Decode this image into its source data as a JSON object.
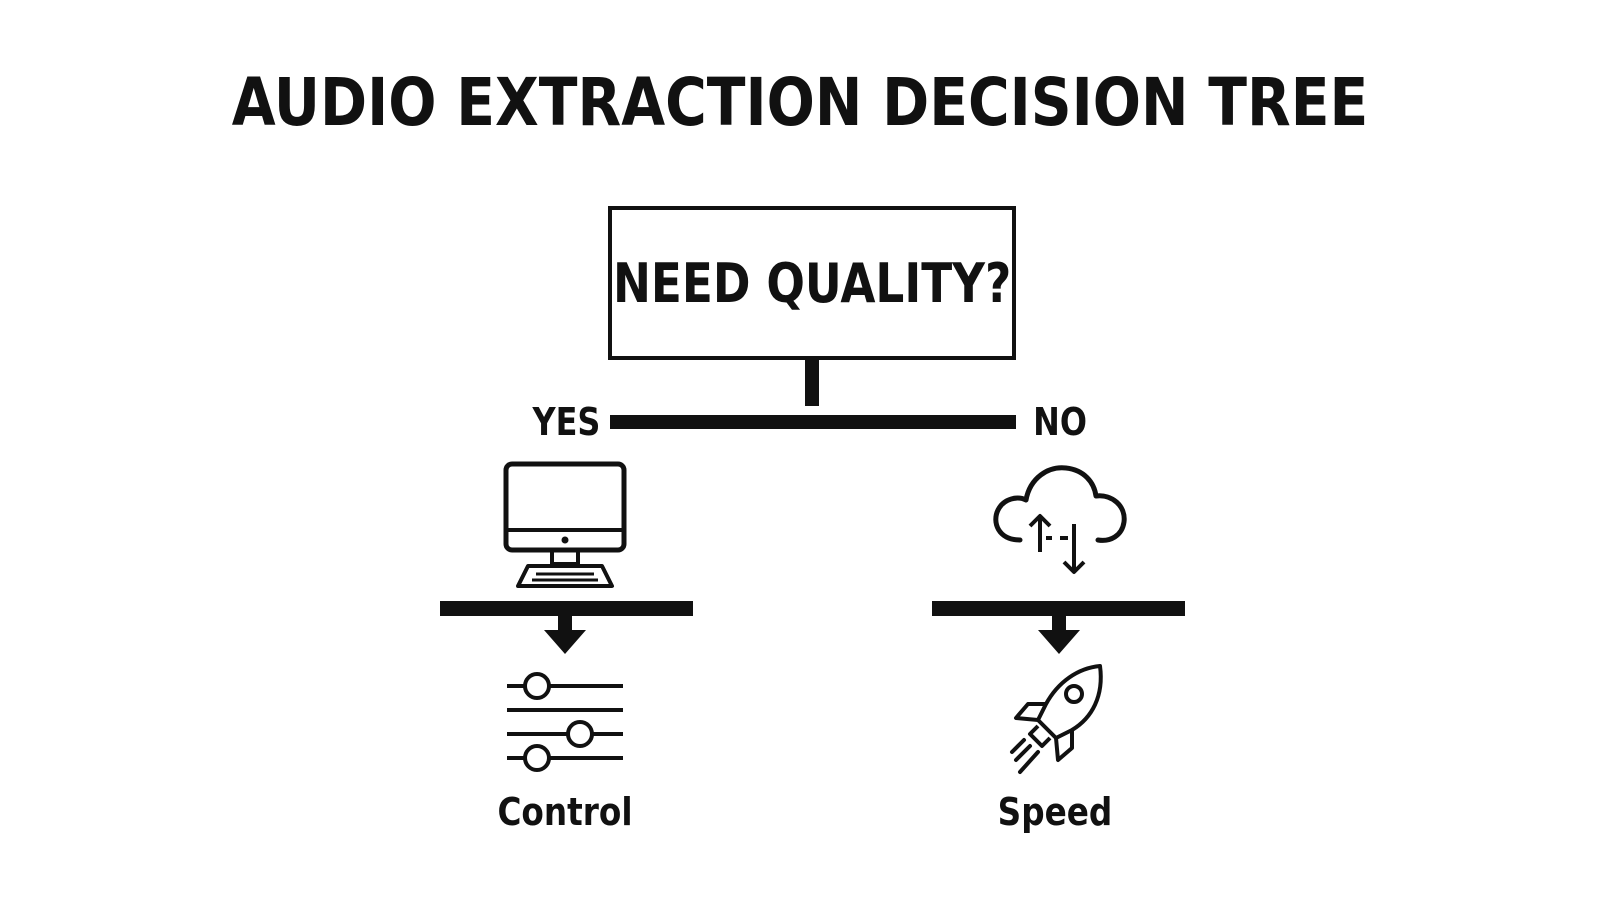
{
  "title": "AUDIO EXTRACTION DECISION TREE",
  "question": "NEED QUALITY?",
  "branches": {
    "yes": {
      "label": "YES",
      "icon": "desktop-computer-icon",
      "outcome_icon": "sliders-icon",
      "outcome": "Control"
    },
    "no": {
      "label": "NO",
      "icon": "cloud-upload-download-icon",
      "outcome_icon": "rocket-icon",
      "outcome": "Speed"
    }
  },
  "colors": {
    "ink": "#111111",
    "background": "#ffffff"
  }
}
